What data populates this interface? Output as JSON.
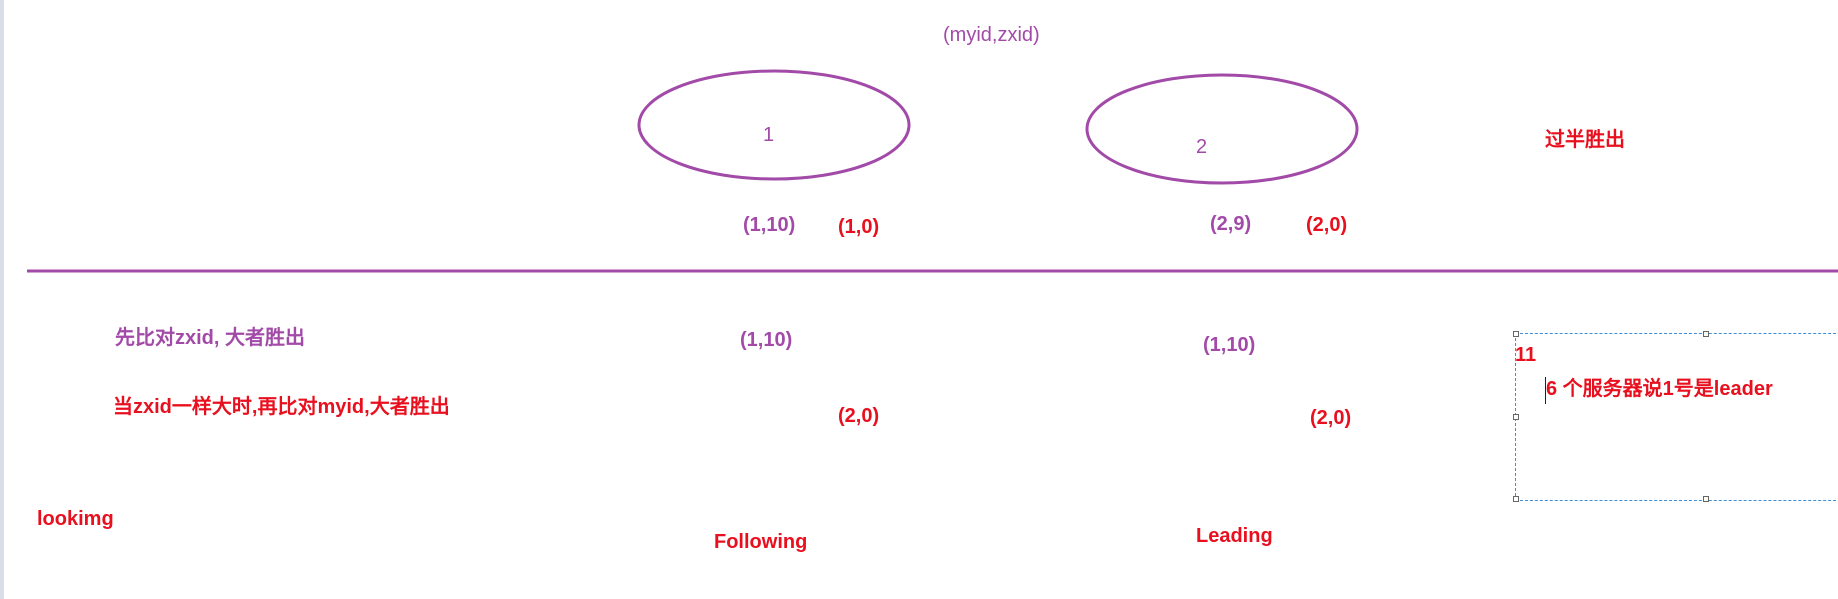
{
  "header": {
    "legend": "(myid,zxid)"
  },
  "servers": [
    {
      "id_label": "1",
      "vote_purple": "(1,10)",
      "vote_red": "(1,0)"
    },
    {
      "id_label": "2",
      "vote_purple": "(2,9)",
      "vote_red": "(2,0)"
    }
  ],
  "rule_right": "过半胜出",
  "lower": {
    "rule1": "先比对zxid, 大者胜出",
    "rule2": "当zxid一样大时,再比对myid,大者胜出",
    "col1_purple": "(1,10)",
    "col1_red": "(2,0)",
    "col2_purple": "(1,10)",
    "col2_red": "(2,0)",
    "state_left": "lookimg",
    "state_mid": "Following",
    "state_right": "Leading"
  },
  "textbox": {
    "line1": "11",
    "line2": "6 个服务器说1号是leader"
  },
  "colors": {
    "purple": "#a24aa8",
    "red": "#e8101e",
    "selection": "#3a8fd8"
  }
}
